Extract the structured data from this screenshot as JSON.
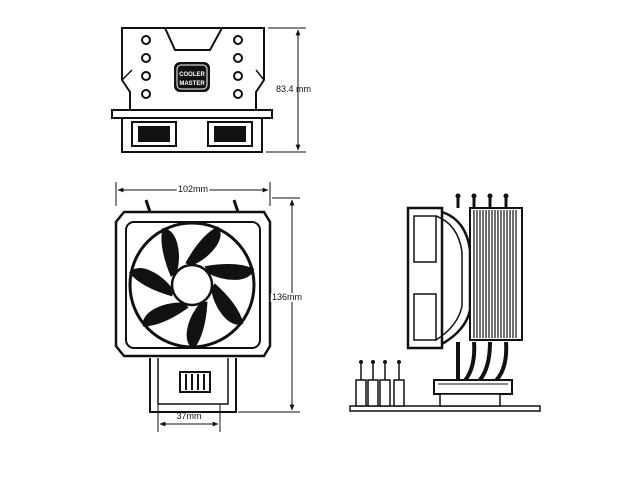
{
  "dimensions": {
    "height_top": "83.4 mm",
    "width_front": "102mm",
    "height_front": "136mm",
    "base_width": "37mm"
  },
  "logo": {
    "line1": "COOLER",
    "line2": "MASTER"
  },
  "colors": {
    "line": "#111111",
    "background": "#ffffff",
    "fill_dark": "#111111"
  }
}
